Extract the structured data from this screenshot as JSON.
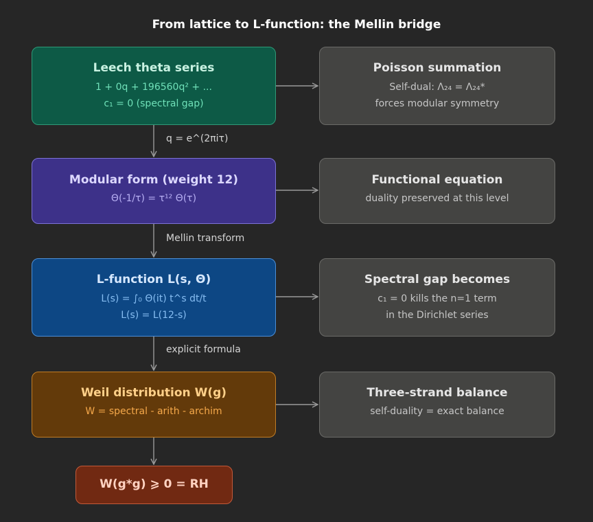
{
  "title": "From lattice to L-function: the Mellin bridge",
  "main_boxes": {
    "leech": {
      "heading": "Leech theta series",
      "line1": "1 + 0q + 196560q² + ...",
      "line2": "c₁ = 0 (spectral gap)"
    },
    "modular": {
      "heading": "Modular form (weight 12)",
      "line1": "Θ(-1/τ) = τ¹² Θ(τ)"
    },
    "lfunction": {
      "heading": "L-function L(s, Θ)",
      "line1": "L(s) = ∫₀ Θ(it) t^s dt/t",
      "line2": "L(s) = L(12-s)"
    },
    "weil": {
      "heading": "Weil distribution W(g)",
      "line1": "W = spectral - arith - archim"
    },
    "rh": {
      "heading": "W(g*g) ⩾ 0 = RH"
    }
  },
  "side_boxes": {
    "poisson": {
      "heading": "Poisson summation",
      "line1": "Self-dual: Λ₂₄ = Λ₂₄*",
      "line2": "forces modular symmetry"
    },
    "functional": {
      "heading": "Functional equation",
      "line1": "duality preserved at this level"
    },
    "spectral": {
      "heading": "Spectral gap becomes",
      "line1": "c₁ = 0 kills the n=1 term",
      "line2": "in the Dirichlet series"
    },
    "balance": {
      "heading": "Three-strand balance",
      "line1": "self-duality = exact balance"
    }
  },
  "arrow_labels": {
    "a1": "q = e^(2πiτ)",
    "a2": "Mellin transform",
    "a3": "explicit formula"
  },
  "colors": {
    "background": "#262626",
    "leech": "#0d5a46",
    "modular": "#3d3189",
    "lfunction": "#0d4784",
    "weil": "#633a0a",
    "rh": "#712912",
    "side": "#444442",
    "wire": "#9a9a9a"
  }
}
